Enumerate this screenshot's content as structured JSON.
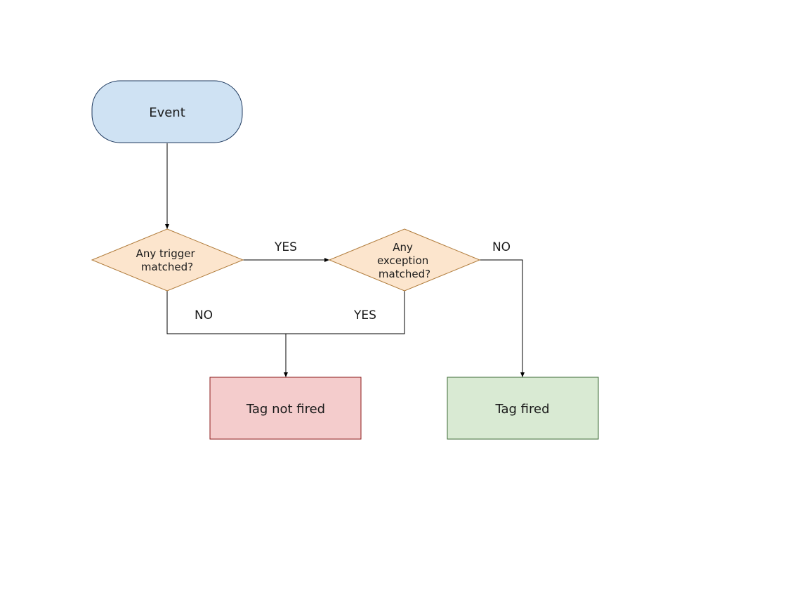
{
  "nodes": {
    "event": {
      "label": "Event",
      "fill": "#cfe2f3",
      "stroke": "#1f3a5f"
    },
    "trigger": {
      "lines": [
        "Any trigger",
        "matched?"
      ],
      "fill": "#fce5cd",
      "stroke": "#b07b3a"
    },
    "exception": {
      "lines": [
        "Any",
        "exception",
        "matched?"
      ],
      "fill": "#fce5cd",
      "stroke": "#b07b3a"
    },
    "not_fired": {
      "label": "Tag not fired",
      "fill": "#f4cccc",
      "stroke": "#8b1a1a"
    },
    "fired": {
      "label": "Tag fired",
      "fill": "#d9ead3",
      "stroke": "#3d6b34"
    }
  },
  "edges": {
    "trigger_yes": "YES",
    "trigger_no": "NO",
    "exception_yes": "YES",
    "exception_no": "NO"
  }
}
